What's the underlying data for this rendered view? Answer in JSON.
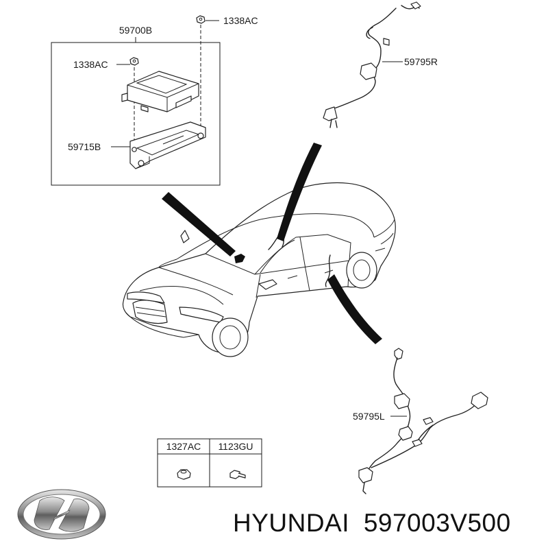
{
  "labels": {
    "module": "59700B",
    "nut_top": "1338AC",
    "nut_left": "1338AC",
    "bracket": "59715B",
    "harness_right": "59795R",
    "harness_left": "59795L"
  },
  "legend_table": {
    "headers": [
      "1327AC",
      "1123GU"
    ]
  },
  "brand": {
    "name": "HYUNDAI",
    "part_number": "597003V500"
  },
  "icons": {
    "logo": "hyundai-logo-icon",
    "nut": "nut-icon",
    "bolt": "bolt-icon"
  }
}
